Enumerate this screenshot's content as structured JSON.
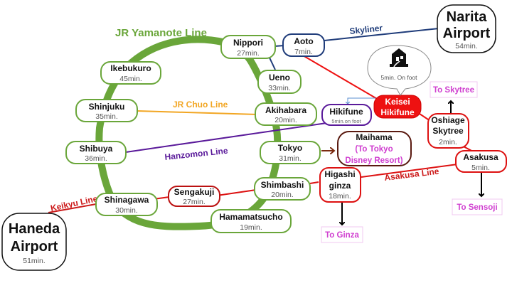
{
  "title": "Tokyo access route map",
  "colors": {
    "yamanote": "#6aa63a",
    "chuo": "#f2a623",
    "hanzomon": "#5a1a9a",
    "keikyu": "#cc1a1a",
    "asakusa": "#dd1111",
    "skyliner": "#1f3c7a",
    "keisei_red": "#ee1111",
    "destination": "#d040d0"
  },
  "lines": {
    "yamanote": "JR Yamanote Line",
    "chuo": "JR Chuo Line",
    "hanzomon": "Hanzomon Line",
    "keikyu": "Keikyu Line",
    "asakusa": "Asakusa Line",
    "skyliner": "Skyliner"
  },
  "stations": {
    "nippori": {
      "name": "Nippori",
      "time": "27min."
    },
    "ueno": {
      "name": "Ueno",
      "time": "33min."
    },
    "akihabara": {
      "name": "Akihabara",
      "time": "20min."
    },
    "tokyo": {
      "name": "Tokyo",
      "time": "31min."
    },
    "shimbashi": {
      "name": "Shimbashi",
      "time": "20min."
    },
    "hamamatsucho": {
      "name": "Hamamatsucho",
      "time": "19min."
    },
    "shinagawa": {
      "name": "Shinagawa",
      "time": "30min."
    },
    "shibuya": {
      "name": "Shibuya",
      "time": "36min."
    },
    "shinjuku": {
      "name": "Shinjuku",
      "time": "35min."
    },
    "ikebukuro": {
      "name": "Ikebukuro",
      "time": "45min."
    },
    "aoto": {
      "name": "Aoto",
      "time": "7min."
    },
    "sengakuji": {
      "name": "Sengakuji",
      "time": "27min."
    },
    "higashiginza": {
      "name_line1": "Higashi",
      "name_line2": "ginza",
      "time": "18min."
    },
    "asakusa": {
      "name": "Asakusa",
      "time": "5min."
    },
    "oshiage": {
      "name_line1": "Oshiage",
      "name_line2": "Skytree",
      "time": "2min."
    },
    "keisei_hikifune": {
      "name_line1": "Keisei",
      "name_line2": "Hikifune"
    },
    "hikifune": {
      "name": "Hikifune",
      "time": "5min.on foot"
    },
    "maihama": {
      "name": "Maihama",
      "sub_line1": "(To Tokyo",
      "sub_line2": "Disney Resort)"
    }
  },
  "airports": {
    "narita": {
      "name_line1": "Narita",
      "name_line2": "Airport",
      "time": "54min."
    },
    "haneda": {
      "name_line1": "Haneda",
      "name_line2": "Airport",
      "time": "51min."
    }
  },
  "callout": {
    "icon": "house-icon",
    "text": "5min. On foot"
  },
  "destinations": {
    "skytree": "To Skytree",
    "sensoji": "To Sensoji",
    "ginza": "To Ginza"
  }
}
